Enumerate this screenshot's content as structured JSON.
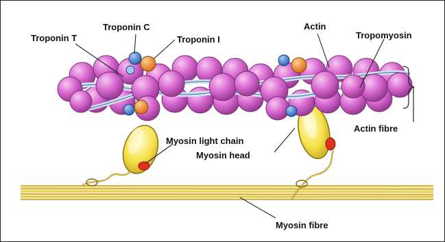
{
  "labels": {
    "troponin_c": "Troponin C",
    "troponin_t": "Troponin T",
    "troponin_i": "Troponin I",
    "actin": "Actin",
    "tropomyosin": "Tropomyosin",
    "actin_fibre": "Actin fibre",
    "myosin_light_chain": "Myosin light chain",
    "myosin_head": "Myosin head",
    "myosin_fibre": "Myosin fibre"
  },
  "colors": {
    "actin": "#d767cf",
    "actin_dark": "#9a3c96",
    "tropomyosin": "#c7dcef",
    "troponin_c": "#3d79c8",
    "troponin_i": "#e88a2e",
    "myosin_head": "#f5e24a",
    "myosin_light_chain": "#e0301e",
    "myosin_fibre": "#e9d25a"
  }
}
